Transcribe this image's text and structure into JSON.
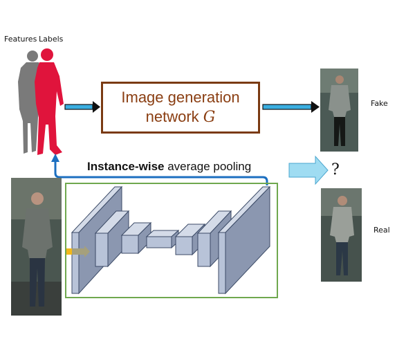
{
  "labels": {
    "features": "Features",
    "labels": "Labels",
    "fake": "Fake",
    "real": "Real",
    "question": "?"
  },
  "generator": {
    "line1": "Image generation",
    "line2": "network",
    "symbol": "G"
  },
  "pooling": {
    "bold": "Instance-wise",
    "rest": " average pooling"
  },
  "colors": {
    "generator_border": "#7a3a12",
    "generator_text": "#8a3e12",
    "label_silhouette": "#e0143c",
    "feature_silhouette": "#7a7a7a",
    "pooling_path": "#1c6fc0",
    "encoder_border": "#6fa84e",
    "arrow_fill": "#3aaee0",
    "question_arrow_fill": "#9fdcf2"
  }
}
